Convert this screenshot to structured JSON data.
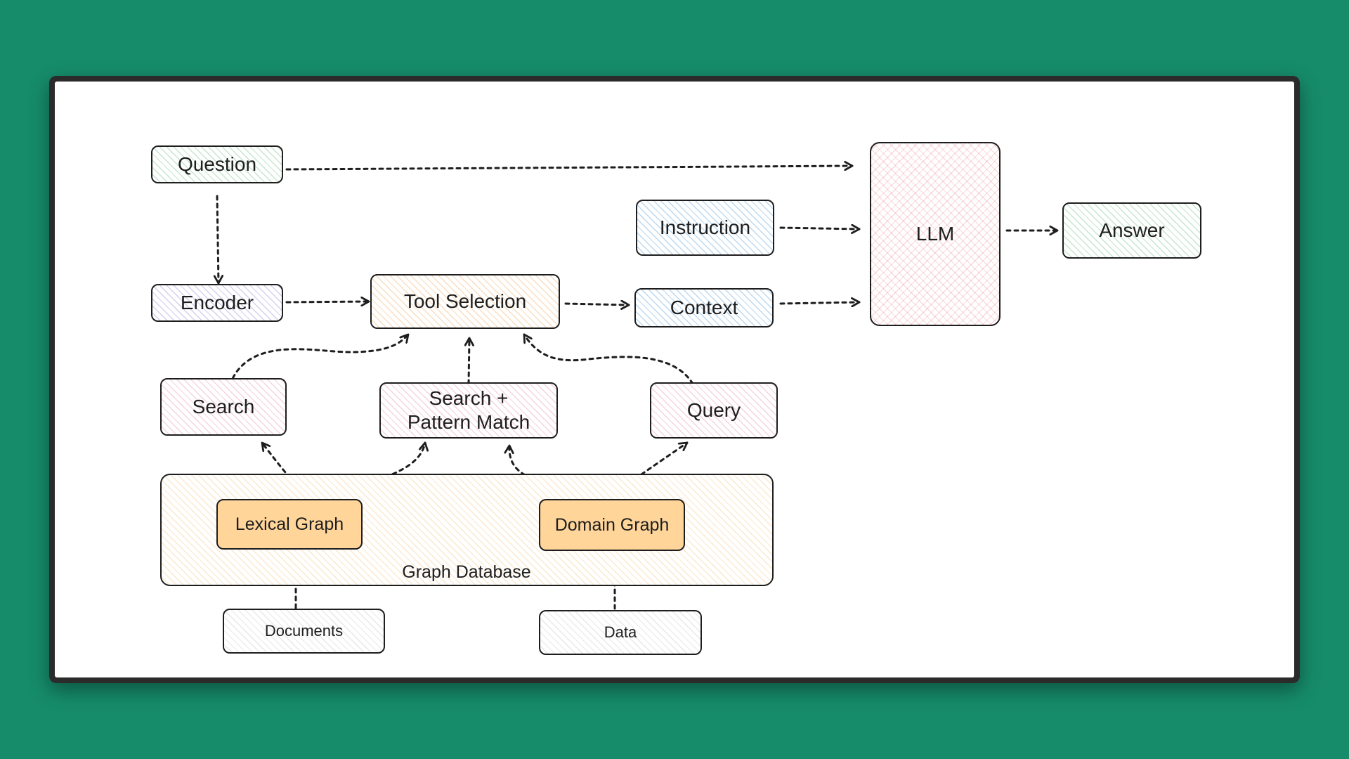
{
  "diagram": {
    "nodes": {
      "question": "Question",
      "encoder": "Encoder",
      "tool_selection": "Tool Selection",
      "instruction": "Instruction",
      "context": "Context",
      "llm": "LLM",
      "answer": "Answer",
      "search": "Search",
      "search_pattern": "Search +\nPattern Match",
      "query": "Query",
      "lexical_graph": "Lexical Graph",
      "domain_graph": "Domain Graph",
      "graph_database": "Graph Database",
      "documents": "Documents",
      "data": "Data"
    },
    "colors": {
      "background": "#168c6b",
      "stroke": "#1e1e1e",
      "graph_node_fill": "#ffd59a",
      "graph_link": "#f08c00"
    }
  }
}
